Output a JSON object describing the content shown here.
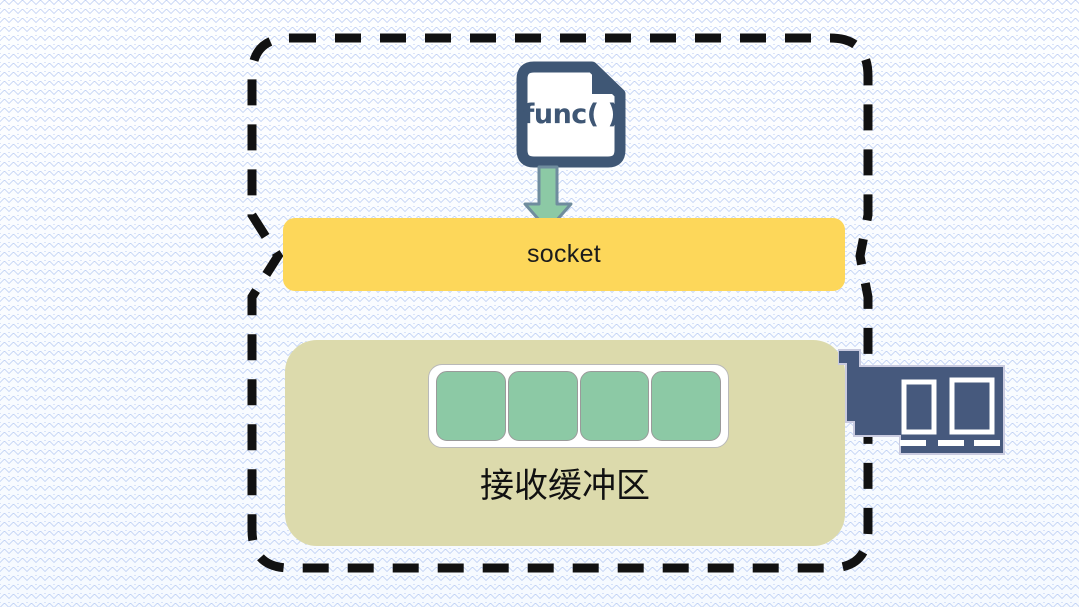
{
  "diagram": {
    "title": "socket receive buffer diagram",
    "boundary": {
      "name": "host-boundary",
      "style": "dashed",
      "color": "#111111"
    },
    "nodes": {
      "func_document": {
        "label": "func( )",
        "icon": "document-icon",
        "border_color": "#3f5775",
        "fill_color": "#ffffff"
      },
      "data_arrow": {
        "direction": "down",
        "fill_color": "#8cc9a5",
        "border_color": "#6f8c9e"
      },
      "socket": {
        "label": "socket",
        "fill_color": "#fdd75a",
        "text_color": "#1c1c1c"
      },
      "receive_buffer": {
        "label": "接收缓冲区",
        "fill_color": "#dcdaac",
        "text_color": "#111111"
      },
      "buffer_cells": {
        "count": 4,
        "fill_color": "#8cc9a5",
        "border_color": "#9a9a9a",
        "container_fill": "#ffffff",
        "items": [
          {
            "name": "packet-cell-1"
          },
          {
            "name": "packet-cell-2"
          },
          {
            "name": "packet-cell-3"
          },
          {
            "name": "packet-cell-4"
          }
        ]
      },
      "network_card": {
        "label": "network-interface-card",
        "icon": "nic-icon",
        "fill_color": "#46597d",
        "port_color": "#ffffff",
        "ports": 2,
        "connector_pins": 3
      }
    }
  }
}
